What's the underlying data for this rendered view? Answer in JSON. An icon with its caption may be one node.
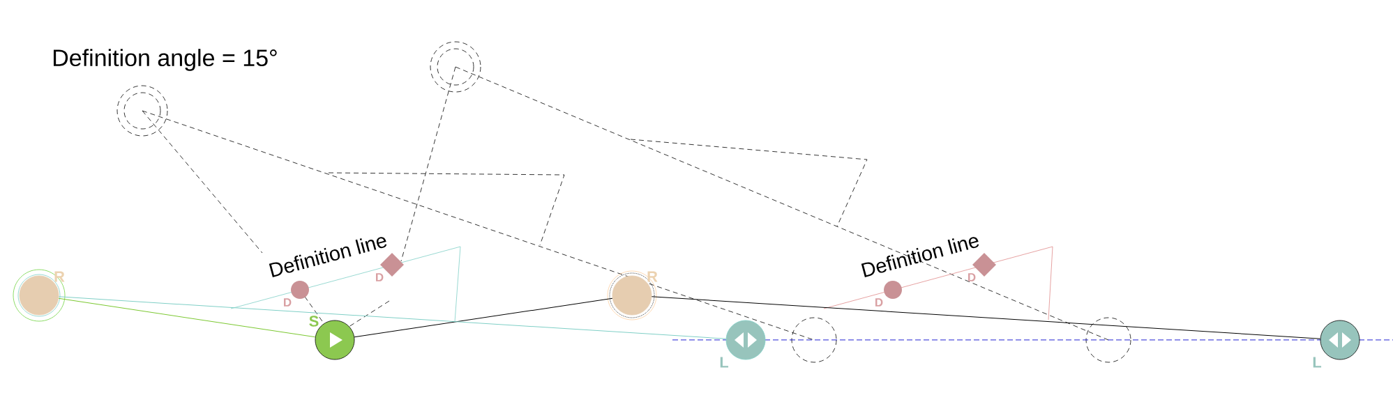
{
  "diagram": {
    "nodes": [
      {
        "text": [],
        "shape": "circle",
        "beside": [
          "R"
        ]
      },
      {
        "text": [],
        "shape": "circle",
        "beside": [
          "S"
        ]
      },
      {
        "text": [],
        "shape": "circle",
        "beside": [
          "R"
        ]
      },
      {
        "text": [],
        "shape": "circle",
        "beside": [
          "L"
        ]
      },
      {
        "text": [],
        "shape": "circle",
        "beside": [
          "L"
        ]
      }
    ],
    "edges": [
      {
        "from": 0,
        "to": 1,
        "arrow": "none",
        "color": "#7cc832"
      },
      {
        "from": 1,
        "to": 2,
        "arrow": "none"
      },
      {
        "from": 2,
        "to": 4,
        "arrow": "none"
      },
      {
        "from": 0,
        "to": 3,
        "arrow": "none",
        "color": "#7fcfc6"
      }
    ],
    "labels": [
      "Definition angle = 15°",
      "Definition line",
      "D",
      "D",
      "Definition line",
      "D",
      "D"
    ]
  }
}
